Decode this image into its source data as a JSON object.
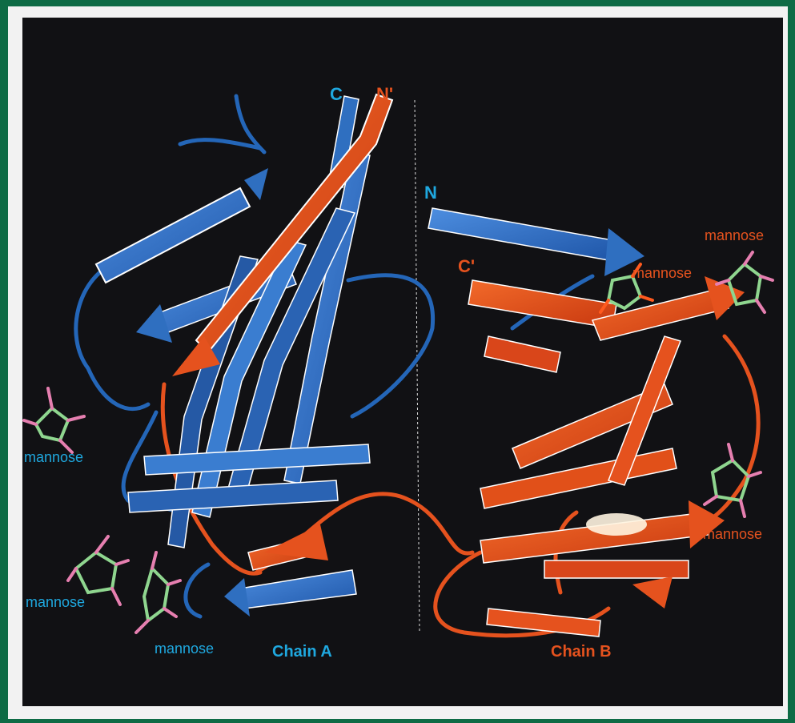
{
  "figure": {
    "labels": {
      "c_term_a": "C",
      "n_term_b": "N'",
      "n_term_a": "N",
      "c_term_b": "C'",
      "chain_a": "Chain A",
      "chain_b": "Chain B"
    },
    "mannose": [
      "mannose",
      "mannose",
      "mannose",
      "mannose",
      "mannose",
      "mannose"
    ],
    "colors": {
      "chain_a": "#2f6fc0",
      "chain_b": "#e5521e",
      "label_a": "#1fa8df",
      "label_b": "#e5521e",
      "border": "#0e6b45",
      "background": "#111114"
    }
  }
}
